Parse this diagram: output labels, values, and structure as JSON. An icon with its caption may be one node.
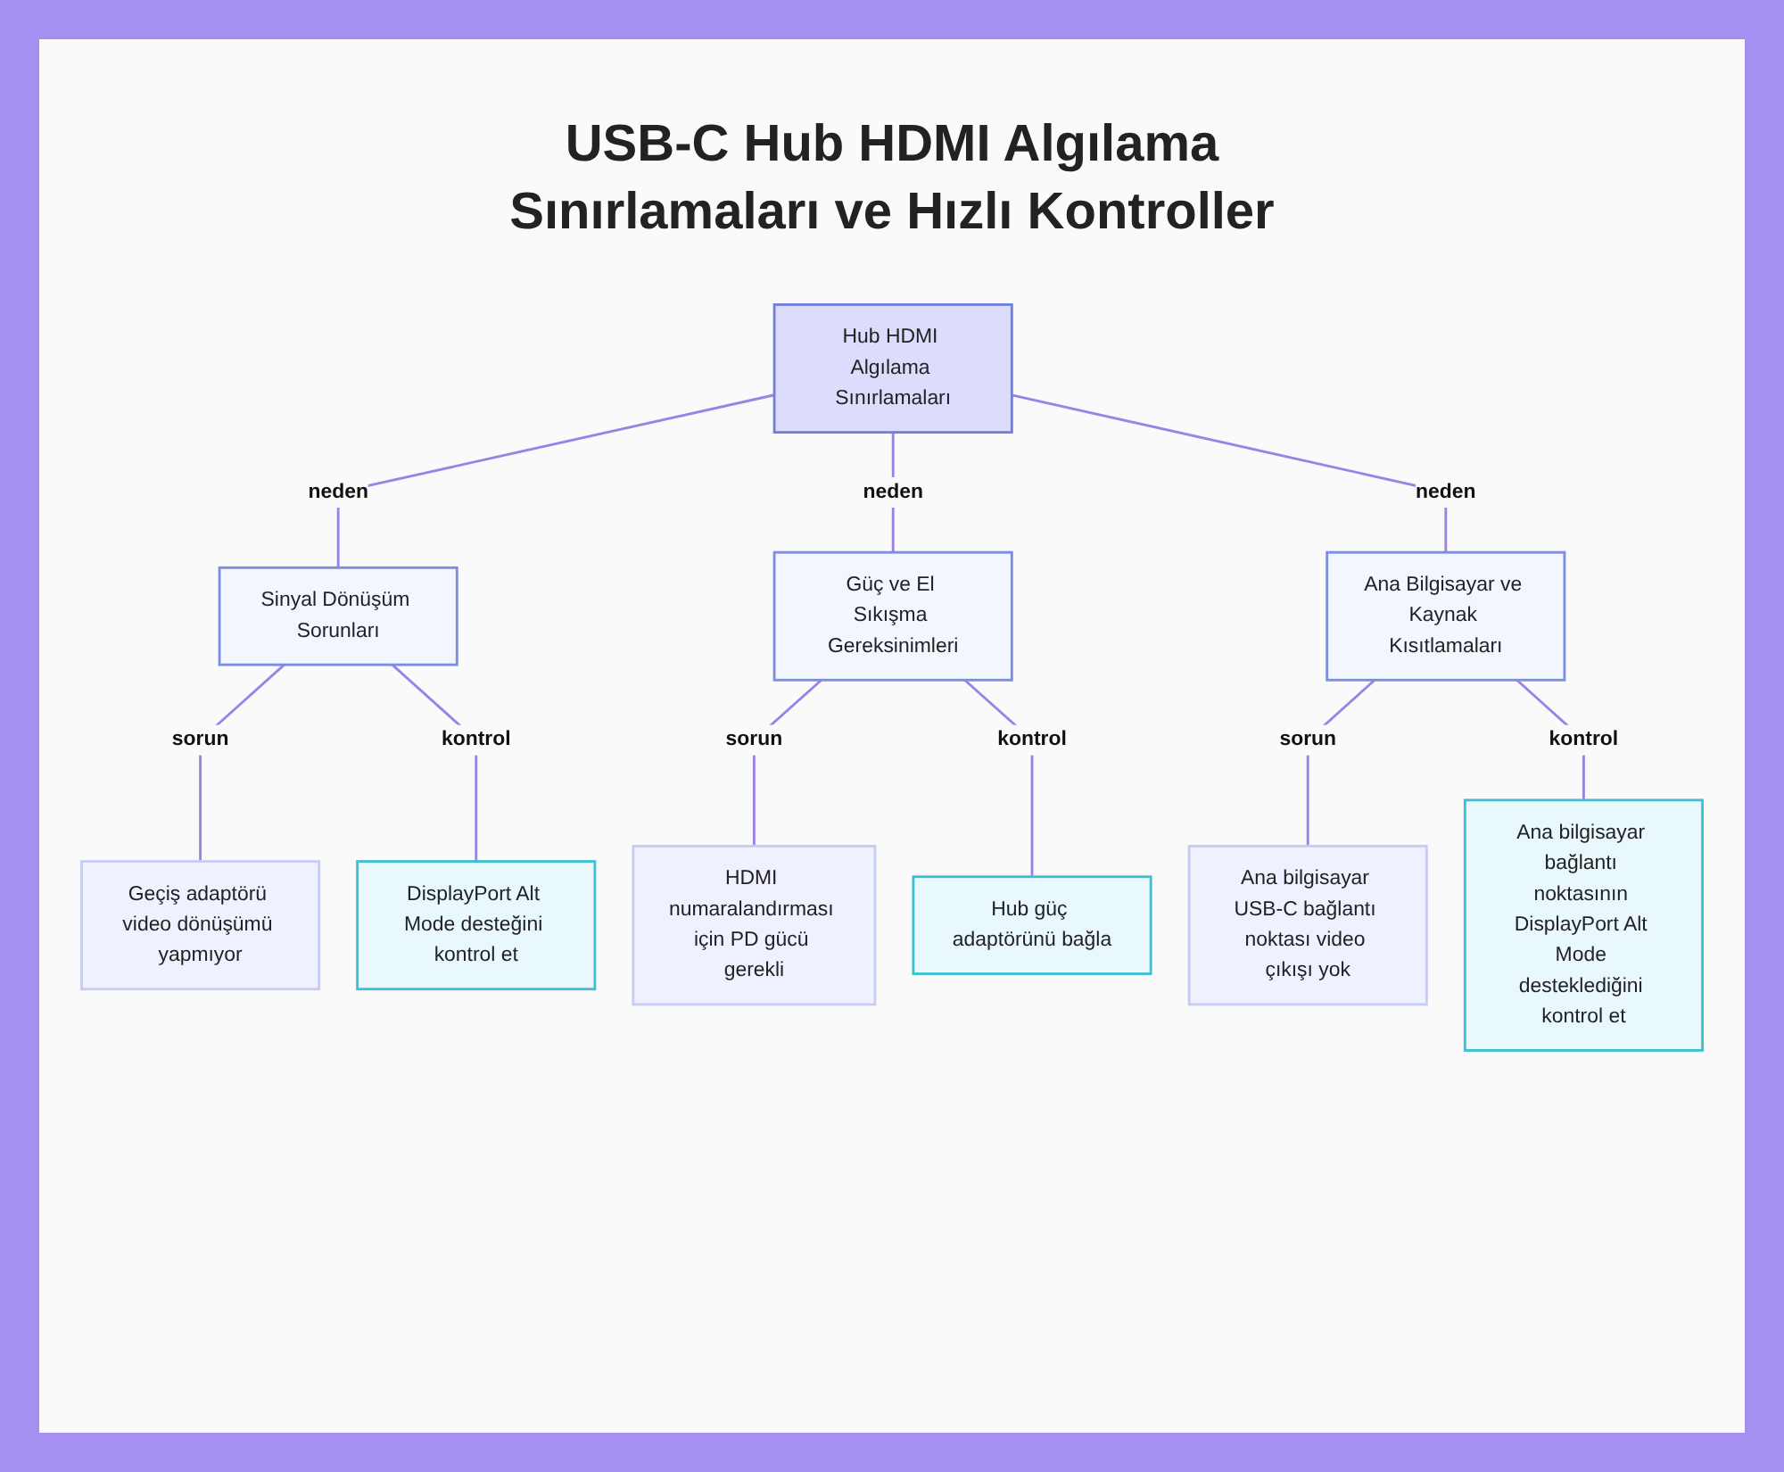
{
  "diagram": {
    "title": "USB-C Hub HDMI Algılama Sınırlamaları ve Hızlı Kontroller",
    "nodes": [
      {
        "text": [
          "Hub HDMI Algılama Sınırlamaları"
        ]
      },
      {
        "text": [
          "Sinyal Dönüşüm Sorunları"
        ]
      },
      {
        "text": [
          "Güç ve El Sıkışma Gereksinimleri"
        ]
      },
      {
        "text": [
          "Ana Bilgisayar ve Kaynak Kısıtlamaları"
        ]
      },
      {
        "text": [
          "Geçiş adaptörü video dönüşümü yapmıyor"
        ]
      },
      {
        "text": [
          "DisplayPort Alt Mode desteğini kontrol et"
        ]
      },
      {
        "text": [
          "HDMI numaralandırması için PD gücü gerekli"
        ]
      },
      {
        "text": [
          "Hub güç adaptörünü bağla"
        ]
      },
      {
        "text": [
          "Ana bilgisayar USB-C bağlantı noktası video çıkışı yok"
        ]
      },
      {
        "text": [
          "Ana bilgisayar bağlantı noktasının DisplayPort Alt Mode desteklediğini kontrol et"
        ]
      }
    ],
    "edges": [
      {
        "from": 0,
        "to": 1,
        "arrow": "none",
        "label": "neden"
      },
      {
        "from": 0,
        "to": 2,
        "arrow": "none",
        "label": "neden"
      },
      {
        "from": 0,
        "to": 3,
        "arrow": "none",
        "label": "neden"
      },
      {
        "from": 1,
        "to": 4,
        "arrow": "none",
        "label": "sorun"
      },
      {
        "from": 1,
        "to": 5,
        "arrow": "none",
        "label": "kontrol"
      },
      {
        "from": 2,
        "to": 6,
        "arrow": "none",
        "label": "sorun"
      },
      {
        "from": 2,
        "to": 7,
        "arrow": "none",
        "label": "kontrol"
      },
      {
        "from": 3,
        "to": 8,
        "arrow": "none",
        "label": "sorun"
      },
      {
        "from": 3,
        "to": 9,
        "arrow": "none",
        "label": "kontrol"
      }
    ]
  }
}
